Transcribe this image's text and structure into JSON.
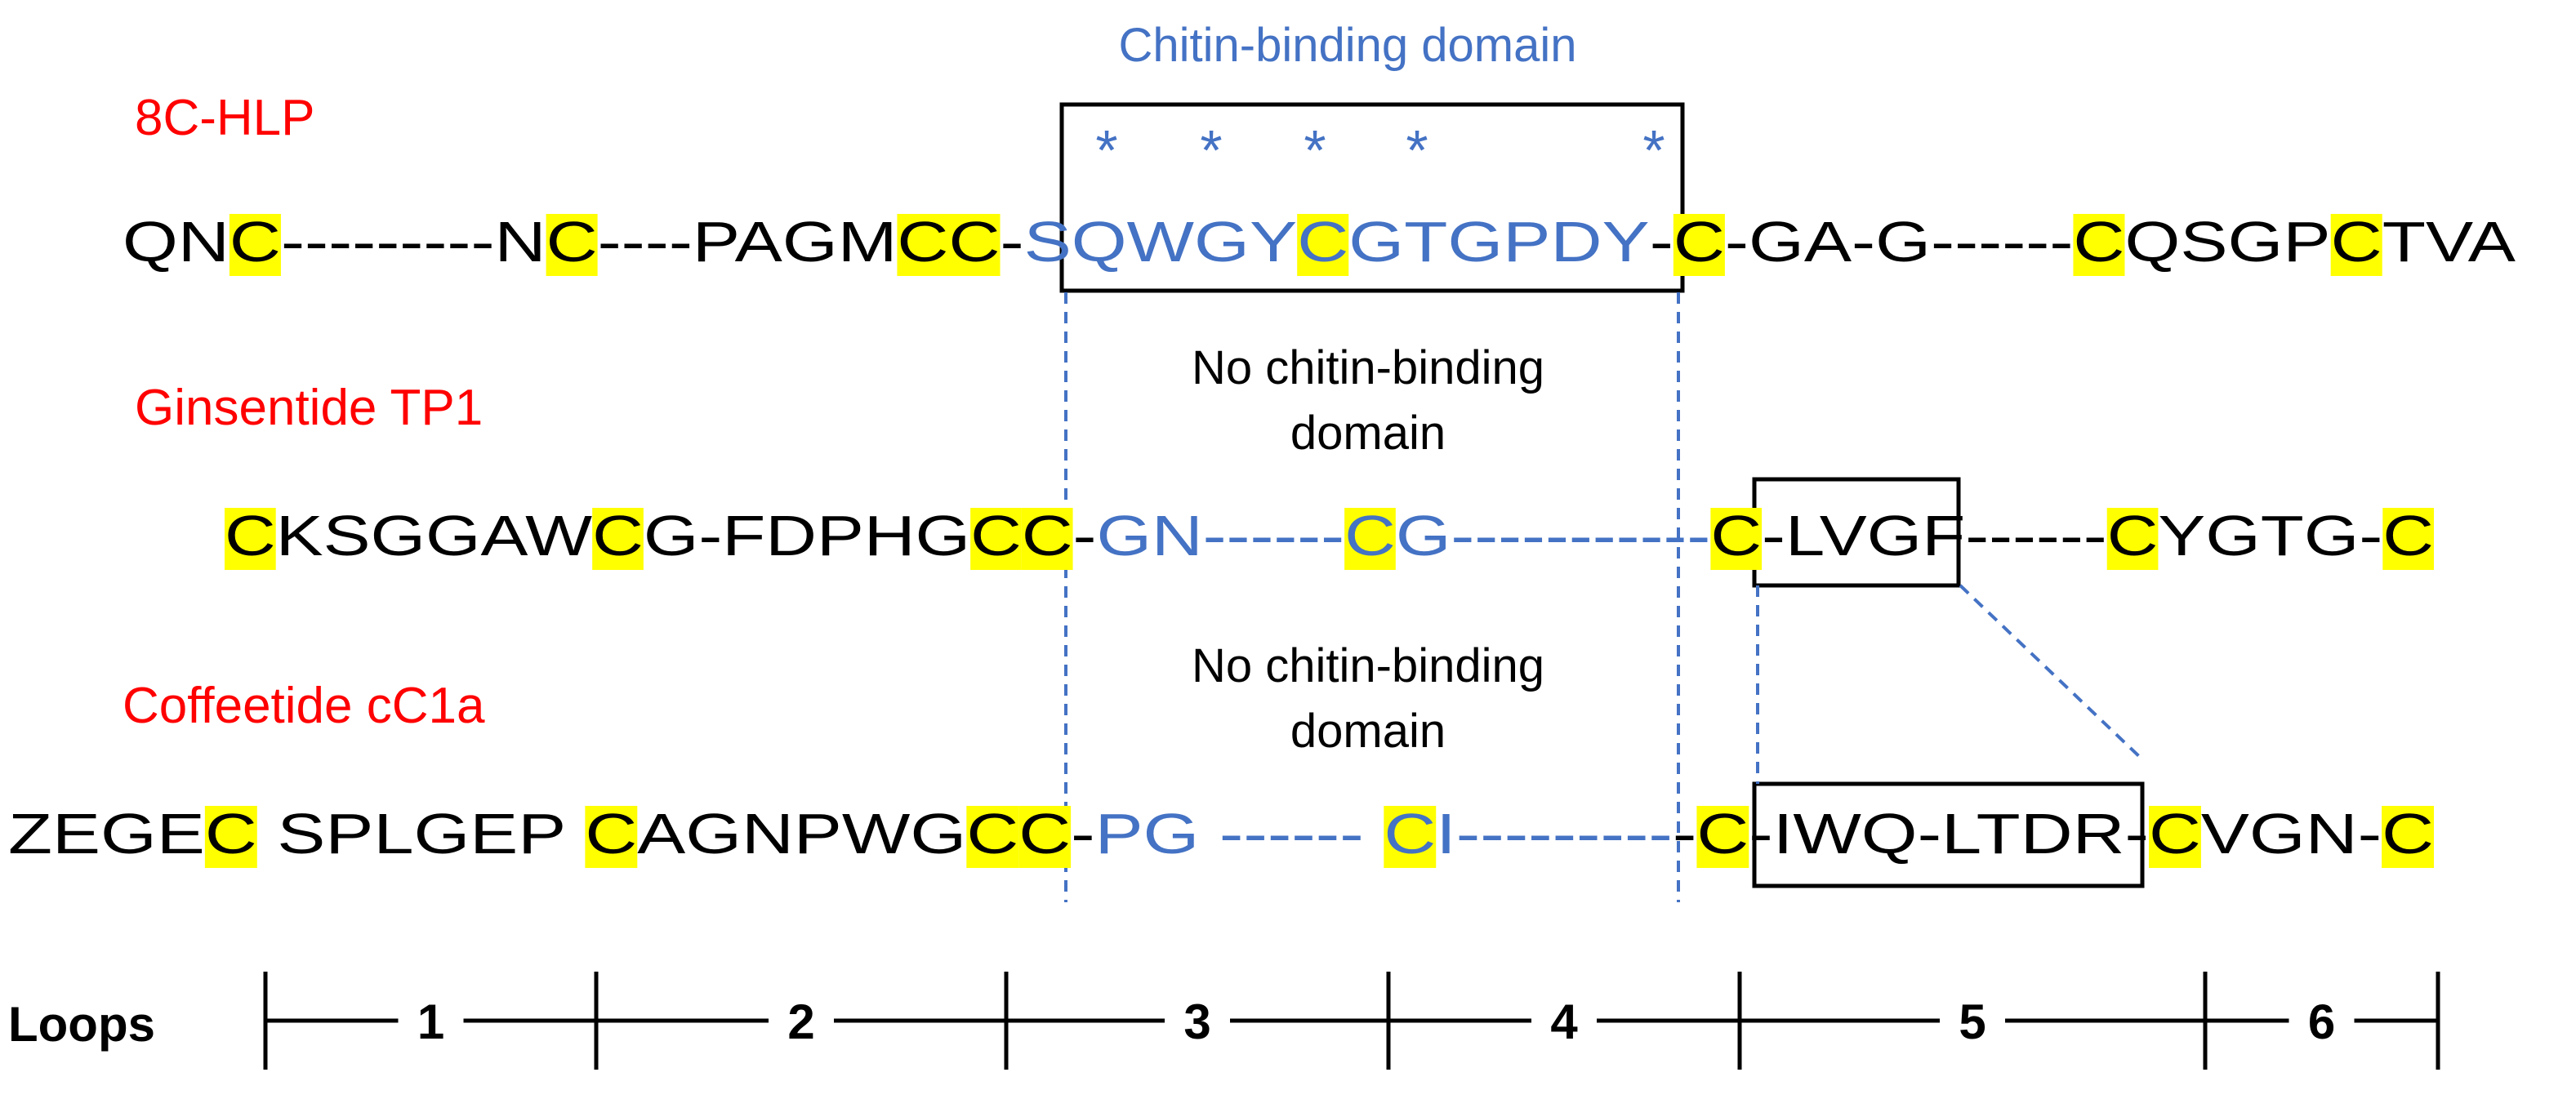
{
  "colors": {
    "black": "#000000",
    "blue": "#4472c4",
    "red": "#ff0000",
    "highlight": "#ffff00"
  },
  "chitin_label": "Chitin-binding domain",
  "no_chitin_label": [
    "No chitin-binding",
    "domain"
  ],
  "asterisks": [
    "*",
    "*",
    "*",
    "*",
    "*"
  ],
  "peptides": [
    {
      "name": "8C-HLP",
      "segments": [
        {
          "t": "QN"
        },
        {
          "t": "C",
          "h": true
        },
        {
          "t": "---------N"
        },
        {
          "t": "C",
          "h": true
        },
        {
          "t": "----PAGM"
        },
        {
          "t": "C",
          "h": true
        },
        {
          "t": "C",
          "h": true
        },
        {
          "t": "-"
        },
        {
          "t": "SQWGY",
          "b": true
        },
        {
          "t": "C",
          "b": true,
          "h": true
        },
        {
          "t": "GTGPDY",
          "b": true
        },
        {
          "t": "-"
        },
        {
          "t": "C",
          "h": true
        },
        {
          "t": "-GA-G------"
        },
        {
          "t": "C",
          "h": true
        },
        {
          "t": "QSGP"
        },
        {
          "t": "C",
          "h": true
        },
        {
          "t": "TVA"
        }
      ]
    },
    {
      "name": "Ginsentide TP1",
      "segments": [
        {
          "t": "C",
          "h": true
        },
        {
          "t": "KSGGAW"
        },
        {
          "t": "C",
          "h": true
        },
        {
          "t": "G-FDPHG"
        },
        {
          "t": "C",
          "h": true
        },
        {
          "t": "C",
          "h": true
        },
        {
          "t": "-"
        },
        {
          "t": "GN------",
          "b": true
        },
        {
          "t": "C",
          "b": true,
          "h": true
        },
        {
          "t": "G-----------",
          "b": true
        },
        {
          "t": "C",
          "h": true
        },
        {
          "t": "-LVGF------"
        },
        {
          "t": "C",
          "h": true
        },
        {
          "t": "YGTG-"
        },
        {
          "t": "C",
          "h": true
        }
      ]
    },
    {
      "name": "Coffeetide cC1a",
      "segments": [
        {
          "t": "ZEGE"
        },
        {
          "t": "C",
          "h": true
        },
        {
          "t": " SPLGEP "
        },
        {
          "t": "C",
          "h": true
        },
        {
          "t": "AGNPWG"
        },
        {
          "t": "C",
          "h": true
        },
        {
          "t": "C",
          "h": true
        },
        {
          "t": "-"
        },
        {
          "t": "PG ------ ",
          "b": true
        },
        {
          "t": "C",
          "b": true,
          "h": true
        },
        {
          "t": "I---------",
          "b": true
        },
        {
          "t": "-"
        },
        {
          "t": "C",
          "h": true
        },
        {
          "t": "-IWQ-LTDR-"
        },
        {
          "t": "C",
          "h": true
        },
        {
          "t": "VGN-"
        },
        {
          "t": "C",
          "h": true
        }
      ]
    }
  ],
  "loops": {
    "label": "Loops",
    "numbers": [
      "1",
      "2",
      "3",
      "4",
      "5",
      "6"
    ]
  }
}
